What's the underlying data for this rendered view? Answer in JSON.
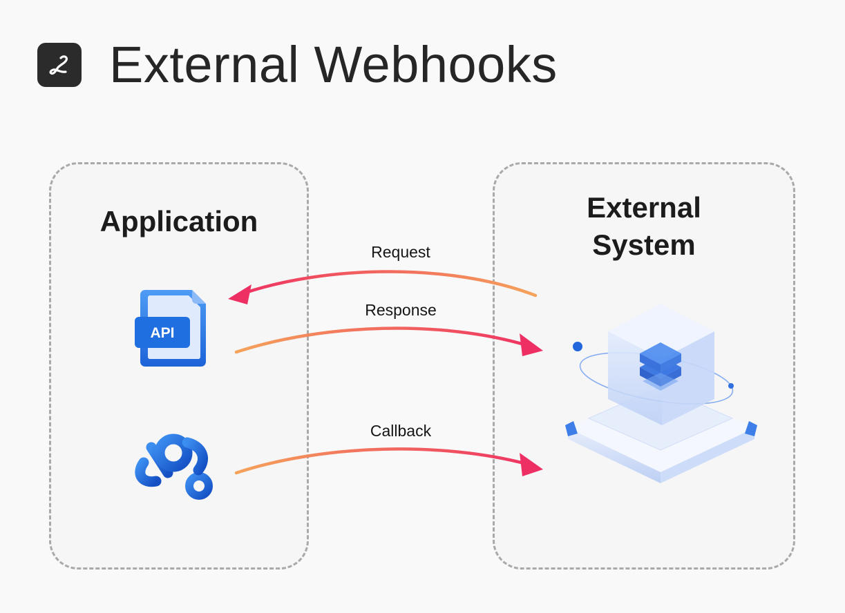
{
  "header": {
    "title": "External Webhooks",
    "logo_icon": "script-l-logo-icon"
  },
  "panels": {
    "application": {
      "title": "Application"
    },
    "external": {
      "title_line1": "External",
      "title_line2": "System"
    }
  },
  "api_icon": {
    "label": "API"
  },
  "arrows": {
    "request": "Request",
    "response": "Response",
    "callback": "Callback"
  },
  "colors": {
    "arrow_start": "#f5a35a",
    "arrow_end": "#ee2f63",
    "icon_blue": "#1e6fe0"
  }
}
